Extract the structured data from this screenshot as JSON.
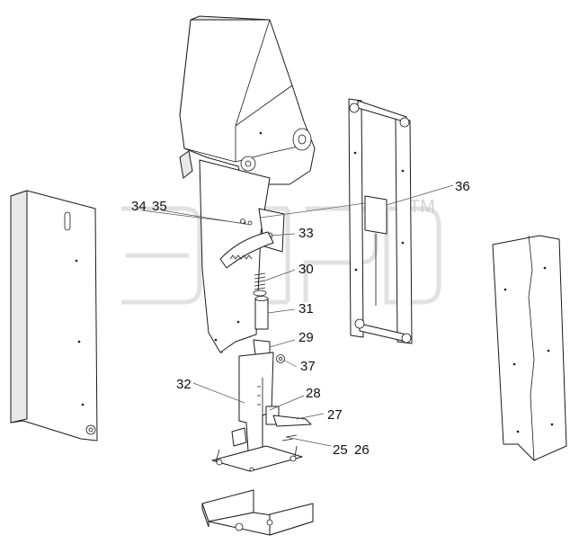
{
  "callouts": [
    {
      "id": "c25",
      "label": "25"
    },
    {
      "id": "c26",
      "label": "26"
    },
    {
      "id": "c27",
      "label": "27"
    },
    {
      "id": "c28",
      "label": "28"
    },
    {
      "id": "c29",
      "label": "29"
    },
    {
      "id": "c30",
      "label": "30"
    },
    {
      "id": "c31",
      "label": "31"
    },
    {
      "id": "c32",
      "label": "32"
    },
    {
      "id": "c33",
      "label": "33"
    },
    {
      "id": "c34",
      "label": "34"
    },
    {
      "id": "c35",
      "label": "35"
    },
    {
      "id": "c36",
      "label": "36"
    },
    {
      "id": "c37",
      "label": "37"
    }
  ],
  "watermark": {
    "trademark": "TM"
  }
}
